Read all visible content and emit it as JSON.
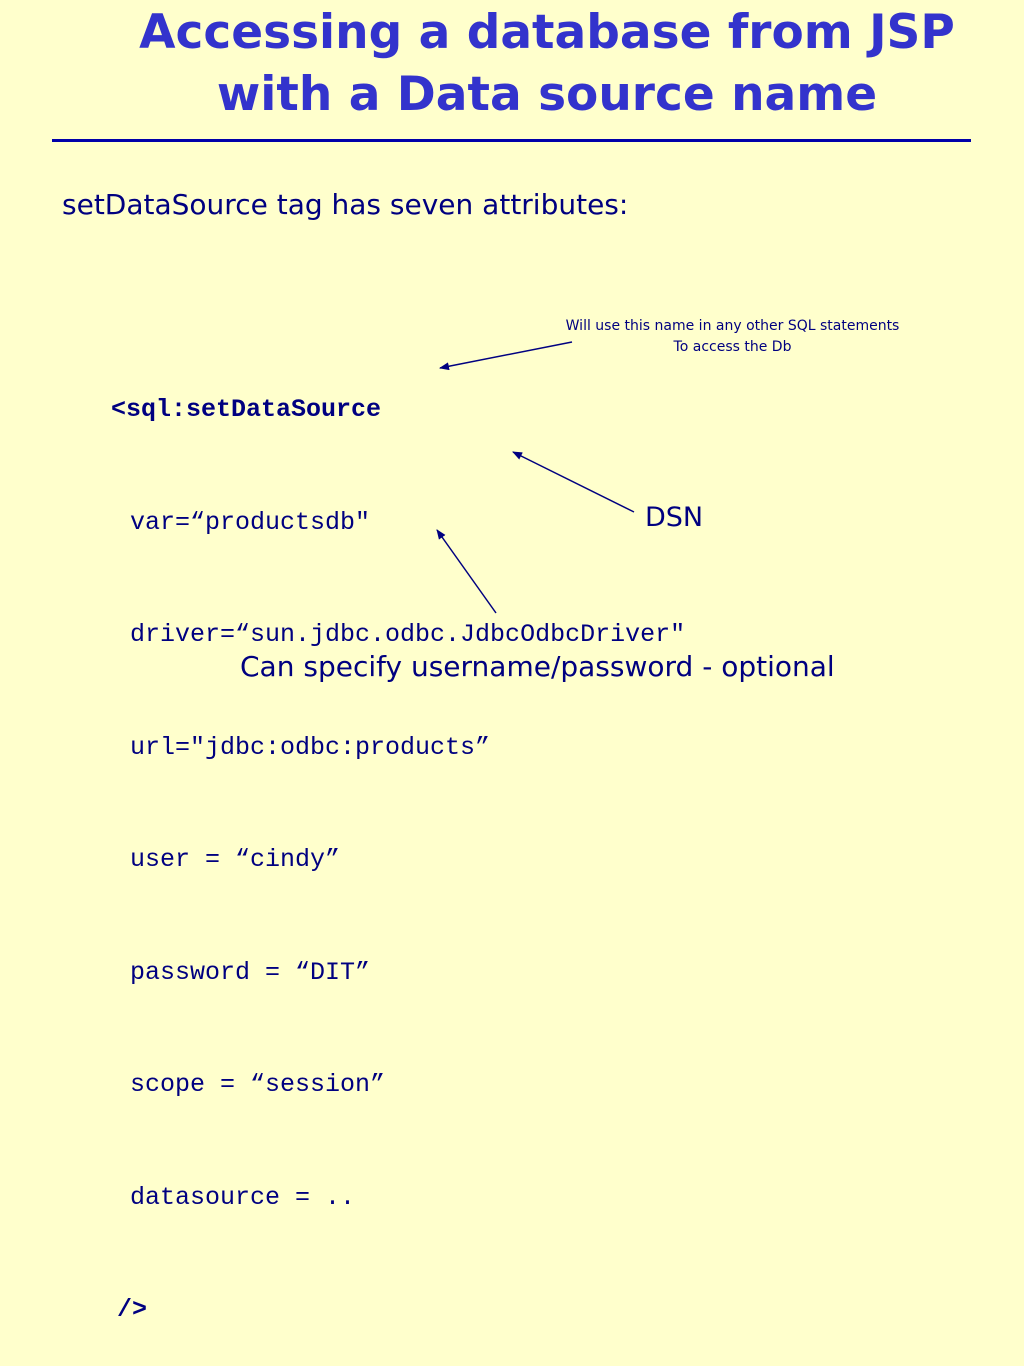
{
  "slide": {
    "title_line1": "Accessing a database from JSP",
    "title_line2": "with a Data source name",
    "subtitle": "setDataSource tag has seven attributes:"
  },
  "code": {
    "open_tag": "<sql:setDataSource",
    "attributes": [
      "var=“productsdb\"",
      "driver=“sun.jdbc.odbc.JdbcOdbcDriver\"",
      "url=\"jdbc:odbc:products”",
      "user = “cindy”",
      "password = “DIT”",
      "scope = “session”",
      "datasource = .."
    ],
    "close_tag": "/>"
  },
  "annotations": {
    "var_note_line1": "Will use this name in any other SQL statements",
    "var_note_line2": "To access the Db",
    "dsn_label": "DSN",
    "optional_note": "Can specify username/password - optional"
  },
  "colors": {
    "background": "#ffffcc",
    "title": "#3333cc",
    "text": "#000080",
    "rule": "#0000aa"
  }
}
